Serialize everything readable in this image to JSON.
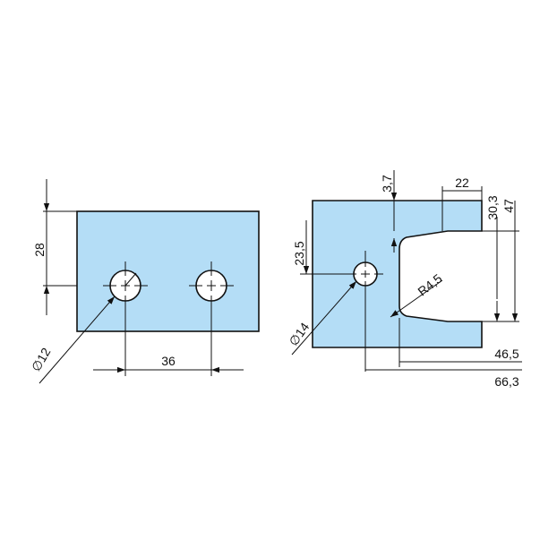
{
  "left_view": {
    "height_dim": "28",
    "hole_spacing_dim": "36",
    "hole_diameter_dim": "∅12"
  },
  "right_view": {
    "top_gap_dim": "3,7",
    "slot_width_dim": "22",
    "dim_30_3": "30,3",
    "dim_47": "47",
    "hole_offset_dim": "23,5",
    "radius_dim": "R4,5",
    "hole_diameter_dim": "∅14",
    "length_dim": "46,5",
    "overall_dim": "66,3"
  },
  "colors": {
    "part_fill": "#b4ddf6",
    "line": "#111111"
  }
}
